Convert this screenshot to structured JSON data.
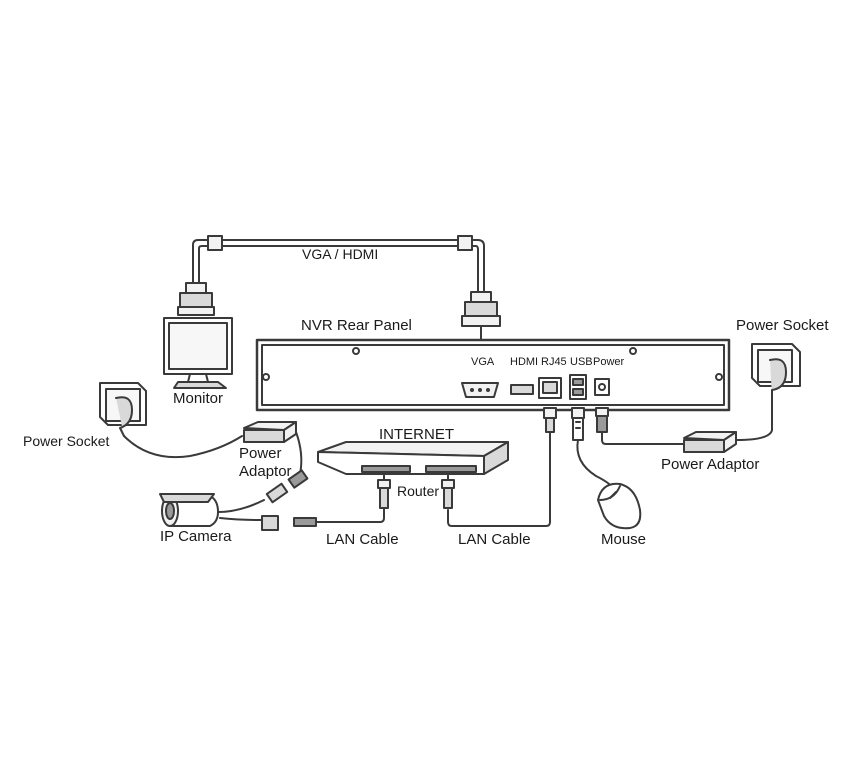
{
  "labels": {
    "vga_hdmi_cable": "VGA / HDMI",
    "nvr_rear_panel": "NVR Rear Panel",
    "port_vga": "VGA",
    "port_hdmi": "HDMI",
    "port_rj45": "RJ45",
    "port_usb": "USB",
    "port_power": "Power",
    "monitor": "Monitor",
    "power_socket_left": "Power Socket",
    "power_socket_right": "Power Socket",
    "power_adaptor_left_line1": "Power",
    "power_adaptor_left_line2": "Adaptor",
    "power_adaptor_right": "Power Adaptor",
    "internet": "INTERNET",
    "router": "Router",
    "ip_camera": "IP Camera",
    "lan_cable_left": "LAN Cable",
    "lan_cable_right": "LAN Cable",
    "mouse": "Mouse"
  },
  "colors": {
    "background": "#ffffff",
    "line": "#3a3a3a",
    "fill_light": "#f2f2f2",
    "fill_mid": "#d9d9d9",
    "fill_dark": "#9a9a9a"
  }
}
